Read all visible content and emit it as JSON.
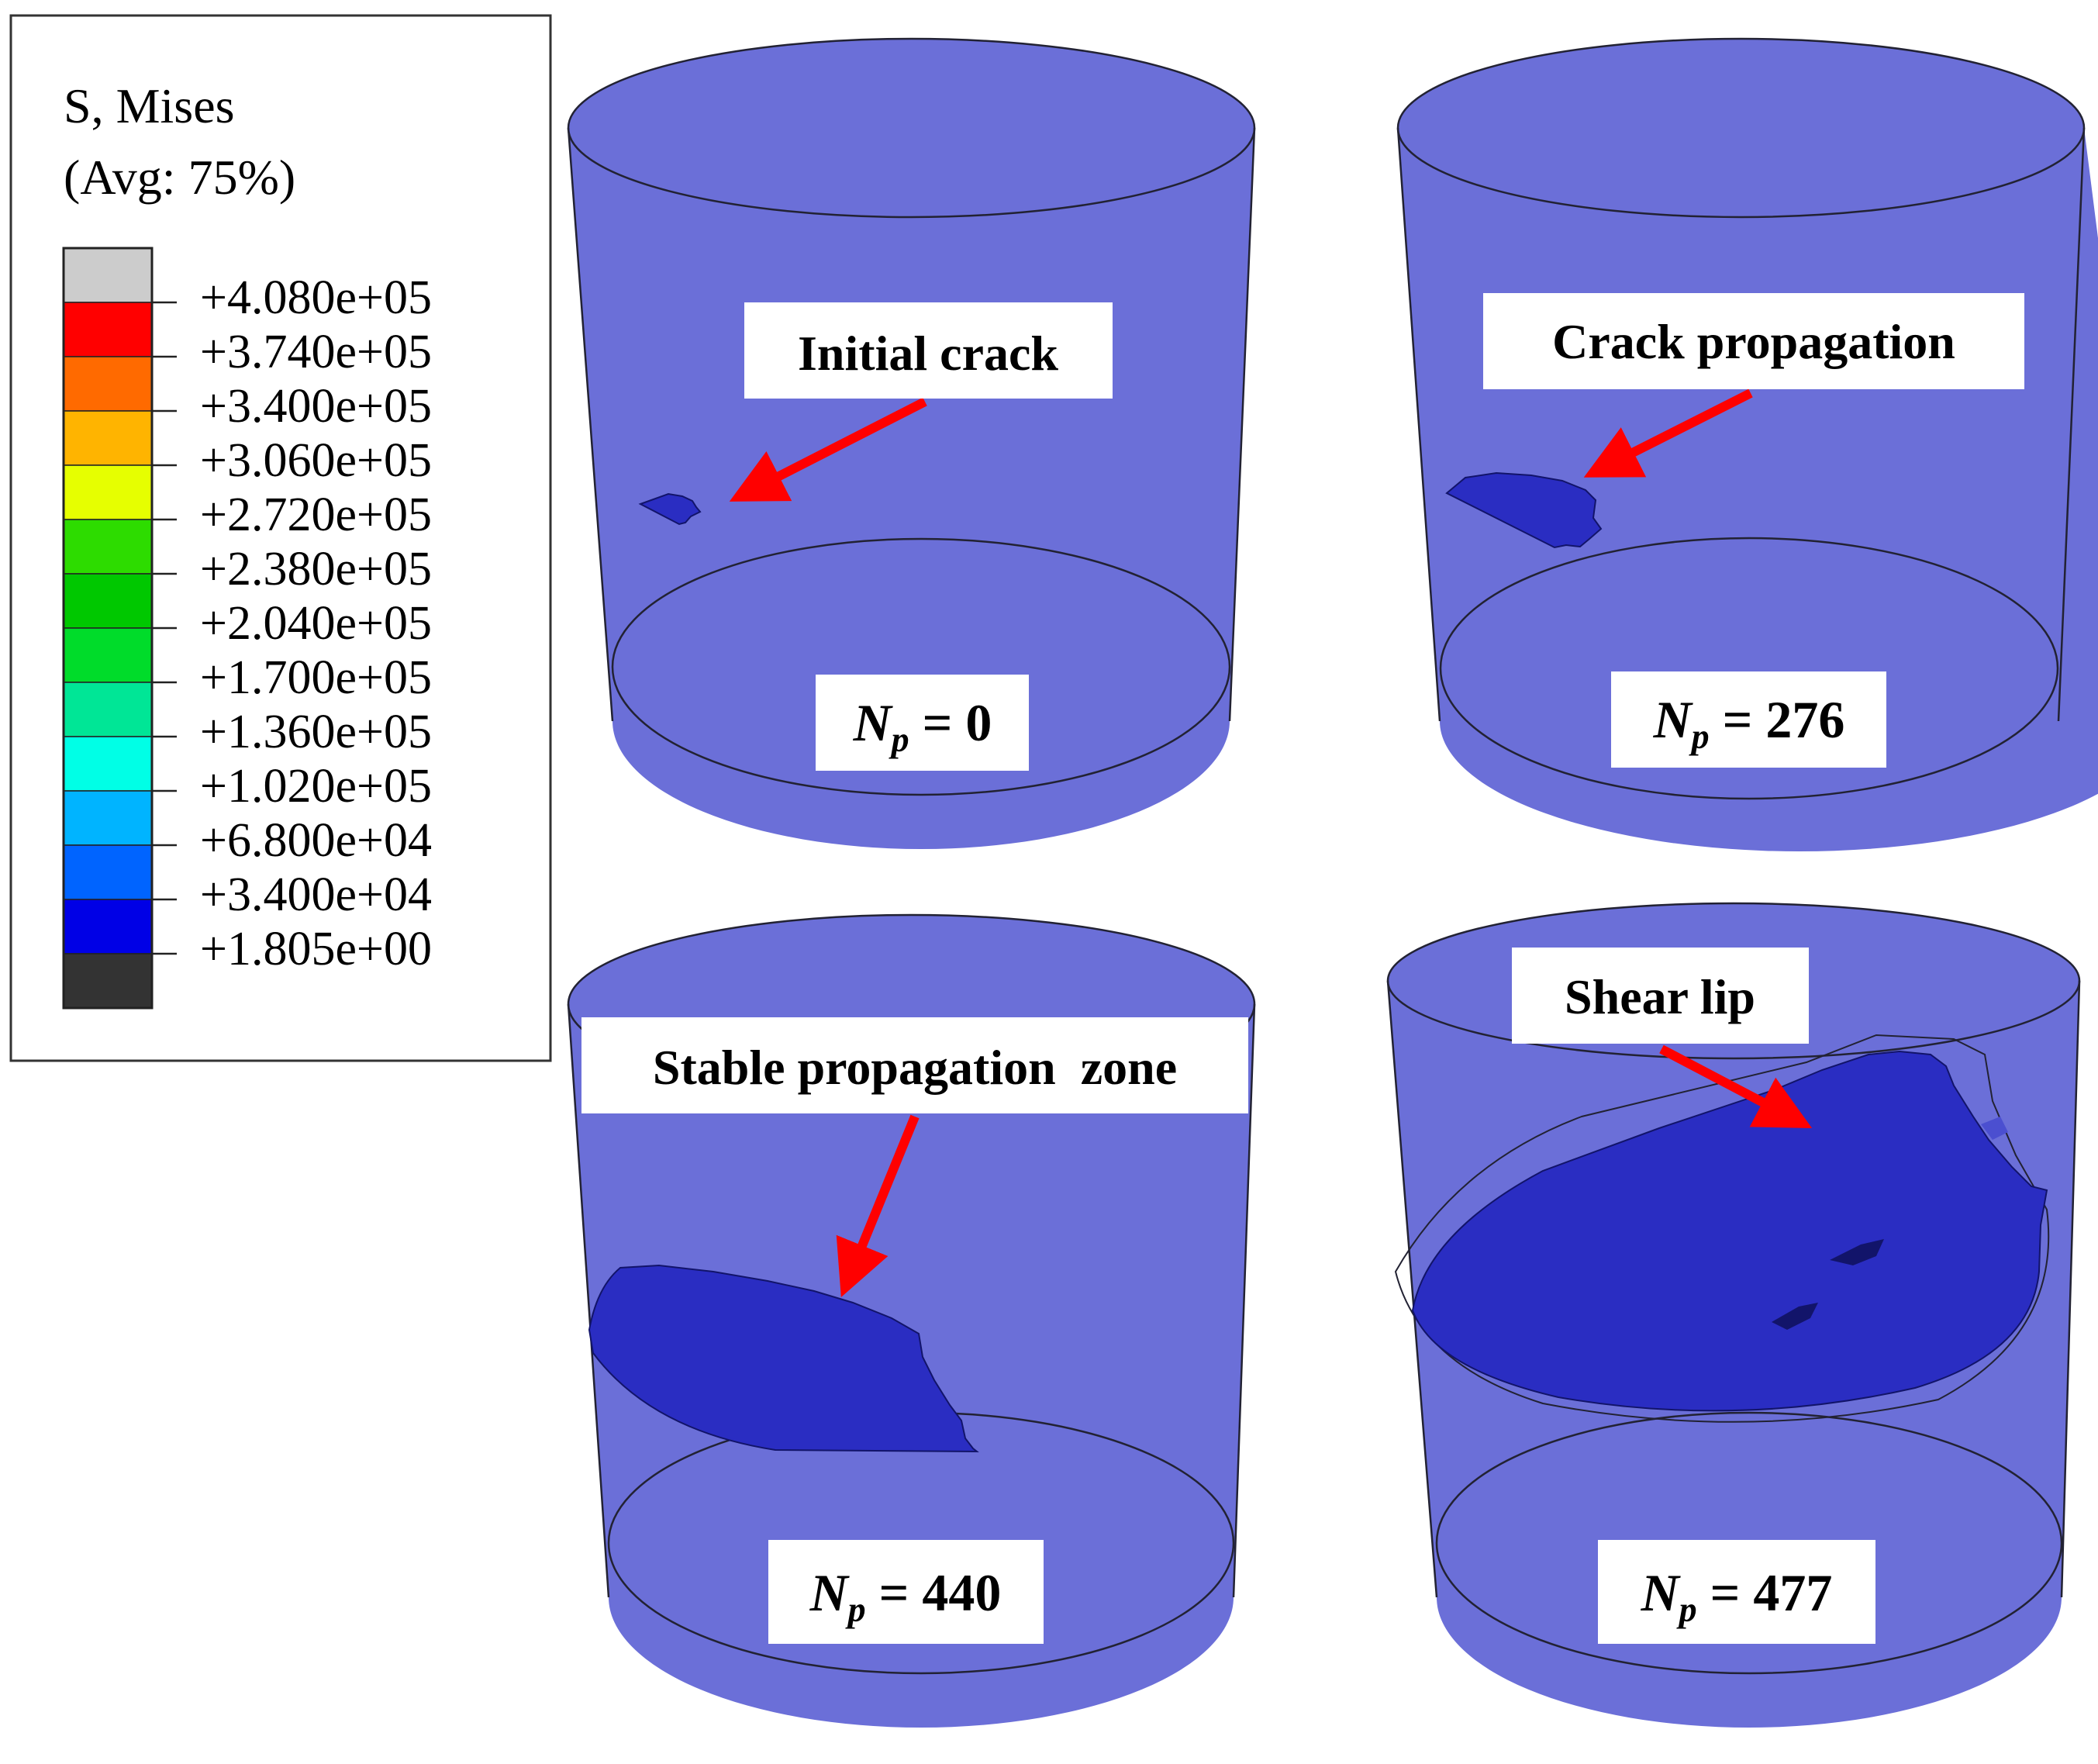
{
  "legend": {
    "title_line1": "S, Mises",
    "title_line2": "(Avg: 75%)",
    "colors": [
      "#cccccc",
      "#ff0000",
      "#ff6a00",
      "#ffb400",
      "#e6ff00",
      "#2ddc00",
      "#00c800",
      "#00dc2a",
      "#00e696",
      "#00ffe6",
      "#00b4ff",
      "#0064ff",
      "#0000e6",
      "#333333"
    ],
    "values": [
      "+4.080e+05",
      "+3.740e+05",
      "+3.400e+05",
      "+3.060e+05",
      "+2.720e+05",
      "+2.380e+05",
      "+2.040e+05",
      "+1.700e+05",
      "+1.360e+05",
      "+1.020e+05",
      "+6.800e+04",
      "+3.400e+04",
      "+1.805e+00"
    ]
  },
  "panels": [
    {
      "annotation": "Initial crack",
      "np_symbol": "N",
      "np_sub": "p",
      "np_eq": " = 0"
    },
    {
      "annotation": "Crack propagation",
      "np_symbol": "N",
      "np_sub": "p",
      "np_eq": " = 276"
    },
    {
      "annotation": "Stable propagation  zone",
      "np_symbol": "N",
      "np_sub": "p",
      "np_eq": " = 440"
    },
    {
      "annotation": "Shear lip",
      "np_symbol": "N",
      "np_sub": "p",
      "np_eq": " = 477"
    }
  ],
  "colors": {
    "cylinder_fill": "#6b6fd8",
    "crack_fill": "#2a2dc2",
    "arrow": "#ff0000",
    "outline": "#222233"
  }
}
